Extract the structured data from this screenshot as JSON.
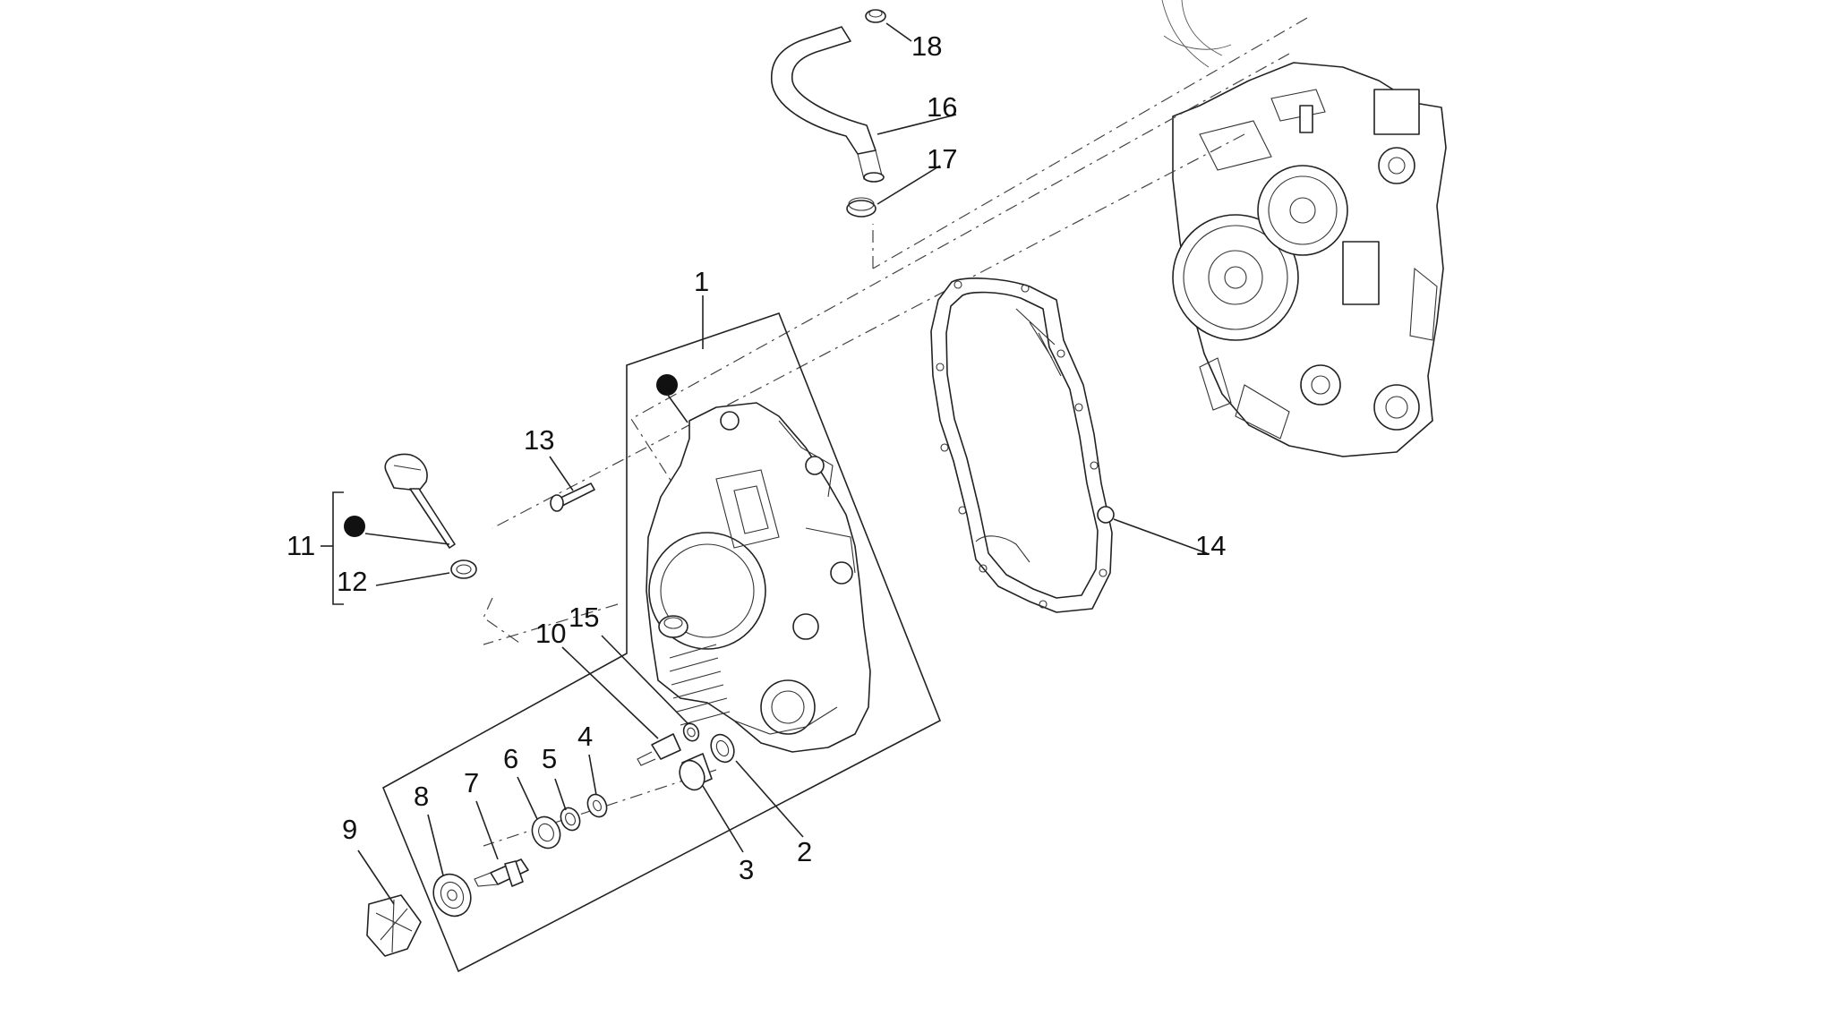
{
  "diagram": {
    "callouts": {
      "c1": "1",
      "c2": "2",
      "c3": "3",
      "c4": "4",
      "c5": "5",
      "c6": "6",
      "c7": "7",
      "c8": "8",
      "c9": "9",
      "c10": "10",
      "c11": "11",
      "c12": "12",
      "c13": "13",
      "c14": "14",
      "c15": "15",
      "c16": "16",
      "c17": "17",
      "c18": "18"
    },
    "colors": {
      "line": "#222222",
      "background": "#ffffff"
    }
  }
}
